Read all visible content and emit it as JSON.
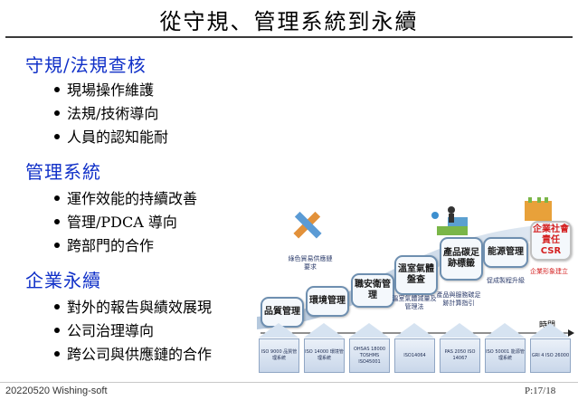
{
  "title": "從守規、管理系統到永續",
  "sections": [
    {
      "heading": "守規/法規查核",
      "bullets": [
        "現場操作維護",
        "法規/技術導向",
        "人員的認知能耐"
      ]
    },
    {
      "heading": "管理系統",
      "bullets": [
        "運作效能的持續改善",
        "管理/PDCA 導向",
        "跨部門的合作"
      ]
    },
    {
      "heading": "企業永續",
      "bullets": [
        "對外的報告與績效展現",
        "公司治理導向",
        "跨公司與供應鏈的合作"
      ]
    }
  ],
  "diagram": {
    "stages": [
      "品質管理",
      "環境管理",
      "職安衛管理",
      "溫室氣體盤查",
      "產品碳足跡標籤",
      "能源管理",
      "企業社會責任CSR"
    ],
    "labels": {
      "green_trade": "綠色貿易供應鏈要求",
      "ghg_standard": "溫室氣體減量及管理法",
      "carbon_guide": "產品與服務碳足跡計算指引",
      "energy_upgrade": "促成製程升級",
      "corp_image": "企業形象建立"
    },
    "time_label": "時間",
    "standards": [
      "ISO 9000 品質管理系統",
      "ISO 14000 環境管理系統",
      "OHSAS 18000 TOSHMS ISO45001",
      "ISO14064",
      "PAS 2050 ISO 14067",
      "ISO 50001 能源管理系統",
      "GRI 4 ISO 26000"
    ]
  },
  "footer": {
    "left": "20220520 Wishing-soft",
    "right": "P:17/18"
  },
  "colors": {
    "section": "#1030c8",
    "box_border": "#6e8fb0",
    "red_label": "#d42020"
  }
}
